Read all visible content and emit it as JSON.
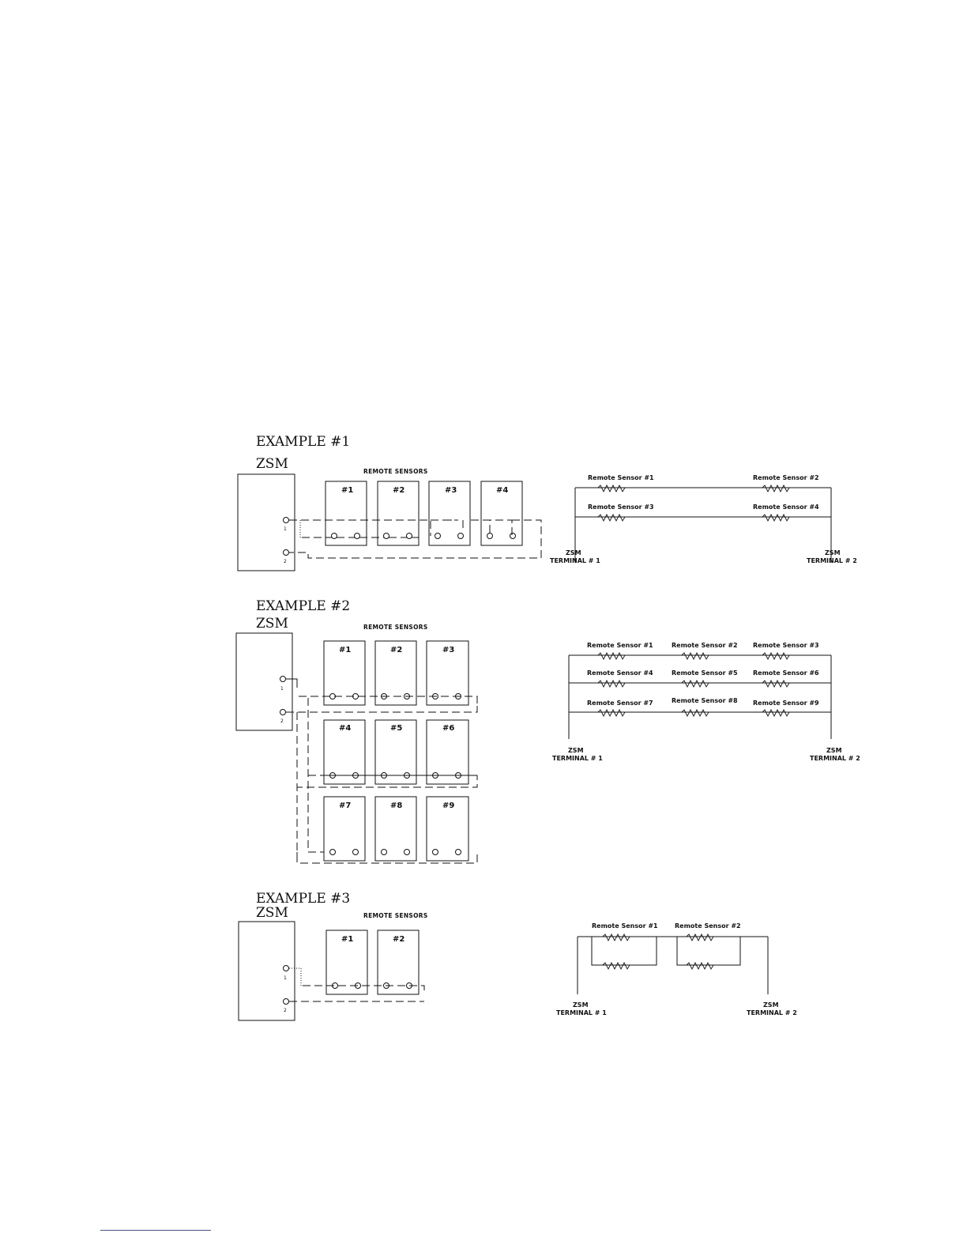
{
  "examples": [
    {
      "title": "EXAMPLE  #1",
      "zsm_label": "ZSM",
      "header": "REMOTE SENSORS",
      "sensors": [
        "#1",
        "#2",
        "#3",
        "#4"
      ],
      "terminal_numbers": [
        "1",
        "2"
      ],
      "schematic": {
        "rows": [
          [
            "Remote Sensor #1",
            "Remote Sensor #2"
          ],
          [
            "Remote Sensor #3",
            "Remote Sensor #4"
          ]
        ],
        "terminal_left": [
          "ZSM",
          "TERMINAL # 1"
        ],
        "terminal_right": [
          "ZSM",
          "TERMINAL # 2"
        ]
      }
    },
    {
      "title": "EXAMPLE  #2",
      "zsm_label": "ZSM",
      "header": "REMOTE SENSORS",
      "sensors": [
        "#1",
        "#2",
        "#3",
        "#4",
        "#5",
        "#6",
        "#7",
        "#8",
        "#9"
      ],
      "terminal_numbers": [
        "1",
        "2"
      ],
      "schematic": {
        "rows": [
          [
            "Remote Sensor #1",
            "Remote Sensor #2",
            "Remote Sensor #3"
          ],
          [
            "Remote Sensor #4",
            "Remote Sensor #5",
            "Remote Sensor #6"
          ],
          [
            "Remote Sensor #7",
            "Remote Sensor #8",
            "Remote Sensor #9"
          ]
        ],
        "terminal_left": [
          "ZSM",
          "TERMINAL # 1"
        ],
        "terminal_right": [
          "ZSM",
          "TERMINAL # 2"
        ]
      }
    },
    {
      "title": "EXAMPLE  #3",
      "zsm_label": "ZSM",
      "header": "REMOTE SENSORS",
      "sensors": [
        "#1",
        "#2"
      ],
      "terminal_numbers": [
        "1",
        "2"
      ],
      "schematic": {
        "rows": [
          [
            "Remote Sensor #1",
            "Remote Sensor #2"
          ]
        ],
        "terminal_left": [
          "ZSM",
          "TERMINAL # 1"
        ],
        "terminal_right": [
          "ZSM",
          "TERMINAL # 2"
        ]
      }
    }
  ]
}
